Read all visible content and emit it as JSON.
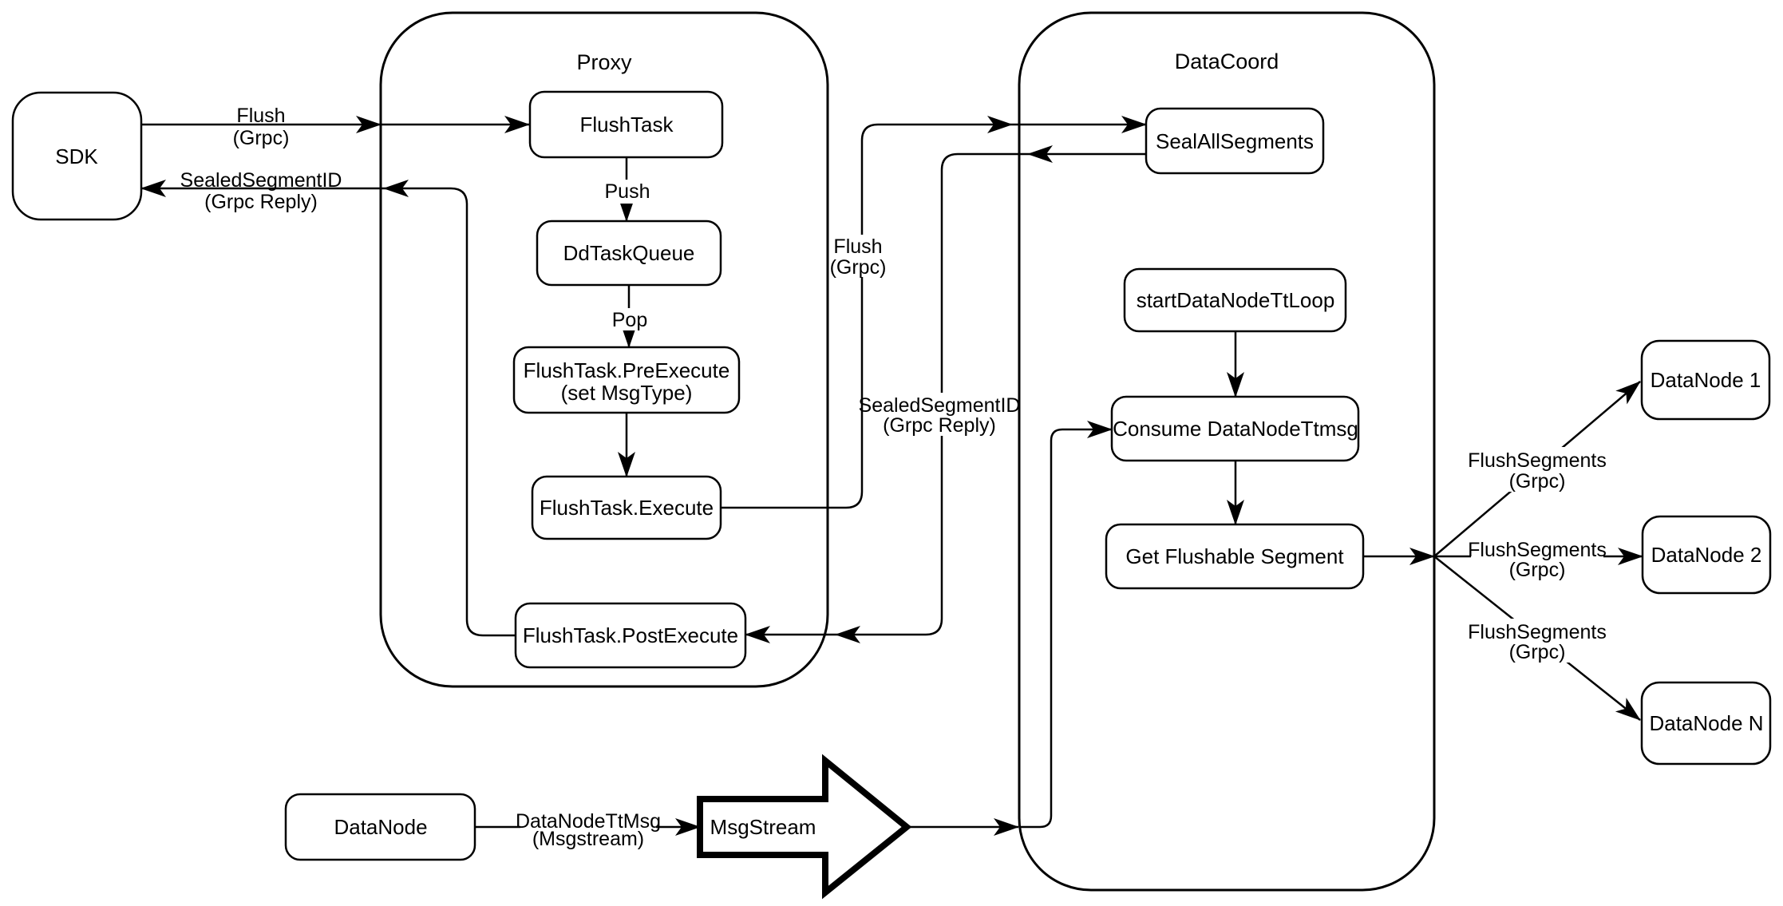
{
  "colors": {
    "stroke": "#000000",
    "fill": "#ffffff",
    "background": "#ffffff"
  },
  "containers": {
    "proxy": {
      "label": "Proxy"
    },
    "datacoord": {
      "label": "DataCoord"
    }
  },
  "nodes": {
    "sdk": {
      "label": "SDK"
    },
    "flush_task": {
      "label": "FlushTask"
    },
    "dd_task_queue": {
      "label": "DdTaskQueue"
    },
    "pre_execute": {
      "line1": "FlushTask.PreExecute",
      "line2": "(set MsgType)"
    },
    "execute": {
      "label": "FlushTask.Execute"
    },
    "post_execute": {
      "label": "FlushTask.PostExecute"
    },
    "seal_all_segments": {
      "label": "SealAllSegments"
    },
    "start_datanode_tt_loop": {
      "label": "startDataNodeTtLoop"
    },
    "consume_datanode_ttmsg": {
      "label": "Consume DataNodeTtmsg"
    },
    "get_flushable_segment": {
      "label": "Get Flushable Segment"
    },
    "datanode_1": {
      "label": "DataNode 1"
    },
    "datanode_2": {
      "label": "DataNode 2"
    },
    "datanode_n": {
      "label": "DataNode N"
    },
    "datanode": {
      "label": "DataNode"
    },
    "msgstream": {
      "label": "MsgStream"
    }
  },
  "edge_labels": {
    "flush_sdk": {
      "line1": "Flush",
      "line2": "(Grpc)"
    },
    "sealed_sdk": {
      "line1": "SealedSegmentID",
      "line2": "(Grpc Reply)"
    },
    "push": {
      "label": "Push"
    },
    "pop": {
      "label": "Pop"
    },
    "flush_mid": {
      "line1": "Flush",
      "line2": "(Grpc)"
    },
    "sealed_mid": {
      "line1": "SealedSegmentID",
      "line2": "(Grpc Reply)"
    },
    "flush_segments_1": {
      "line1": "FlushSegments",
      "line2": "(Grpc)"
    },
    "flush_segments_2": {
      "line1": "FlushSegments",
      "line2": "(Grpc)"
    },
    "flush_segments_3": {
      "line1": "FlushSegments",
      "line2": "(Grpc)"
    },
    "datanode_tt_msg": {
      "line1": "DataNodeTtMsg",
      "line2": "(Msgstream)"
    }
  }
}
